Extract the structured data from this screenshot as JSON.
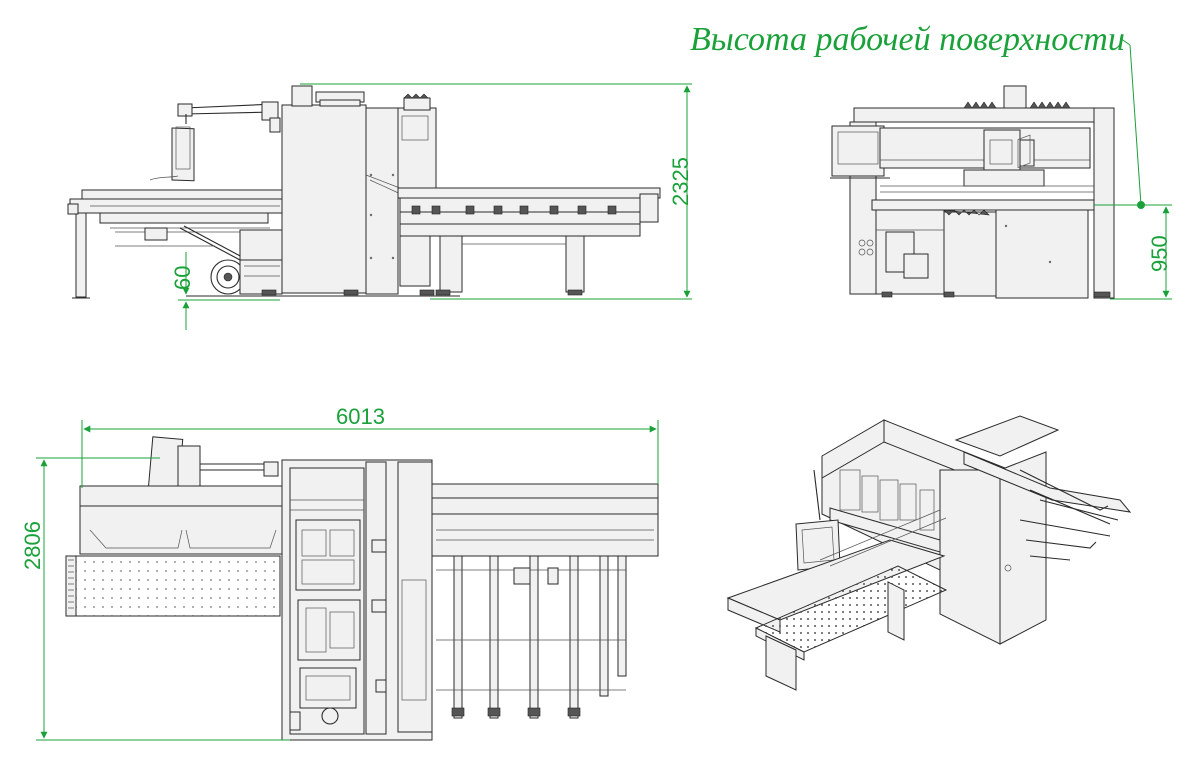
{
  "annotation": {
    "work_surface_label": "Высота рабочей поверхности"
  },
  "dimensions": {
    "overall_height": "2325",
    "floor_clearance": "60",
    "work_surface_height": "950",
    "overall_length": "6013",
    "overall_width": "2806"
  },
  "colors": {
    "dimension": "#1aa13a",
    "outline": "#2a2a2a"
  },
  "views": [
    "front-view",
    "side-view",
    "top-view",
    "isometric-view"
  ]
}
